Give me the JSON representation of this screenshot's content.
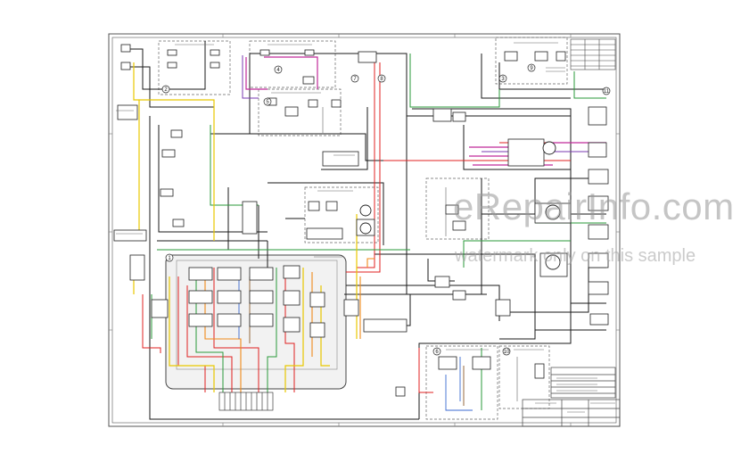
{
  "watermark": {
    "brand": "eRepairInfo.com",
    "notice": "watermark only on this sample"
  },
  "diagram": {
    "callouts": [
      "1",
      "2",
      "3",
      "4",
      "5",
      "6",
      "7",
      "8",
      "9",
      "10",
      "11"
    ]
  },
  "colors": {
    "wire_black": "#1a1a1a",
    "wire_red": "#e02020",
    "wire_green": "#2a9a3a",
    "wire_yellow": "#e8c800",
    "wire_orange": "#f08a1a",
    "wire_magenta": "#c02a9a",
    "wire_purple": "#7a3ab0",
    "wire_blue": "#3a6ad0",
    "wire_brown": "#8a5a2a",
    "wire_gray": "#8a8a8a",
    "frame": "#555555",
    "background": "#ffffff"
  }
}
